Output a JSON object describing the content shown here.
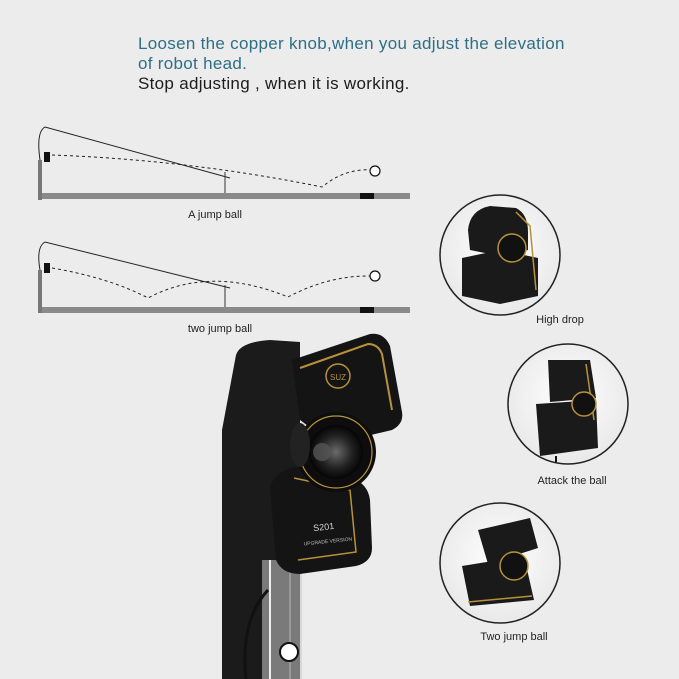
{
  "header": {
    "line1": "Loosen the copper knob,when you adjust the elevation",
    "line1b": "of robot head.",
    "line2": "Stop adjusting , when it is working."
  },
  "diagrams": [
    {
      "caption": "A jump ball"
    },
    {
      "caption": "two jump ball"
    }
  ],
  "head_views": [
    {
      "caption": "High drop"
    },
    {
      "caption": "Attack the ball"
    },
    {
      "caption": "Two jump ball"
    }
  ],
  "robot": {
    "brand_mark": "SUZ",
    "model": "S201",
    "edition": "UPGRADE VERSION"
  },
  "colors": {
    "accent_text": "#2e6f86",
    "table": "#8a8a8a",
    "robot_body": "#1a1a1a",
    "gold_trim": "#b8923a"
  }
}
